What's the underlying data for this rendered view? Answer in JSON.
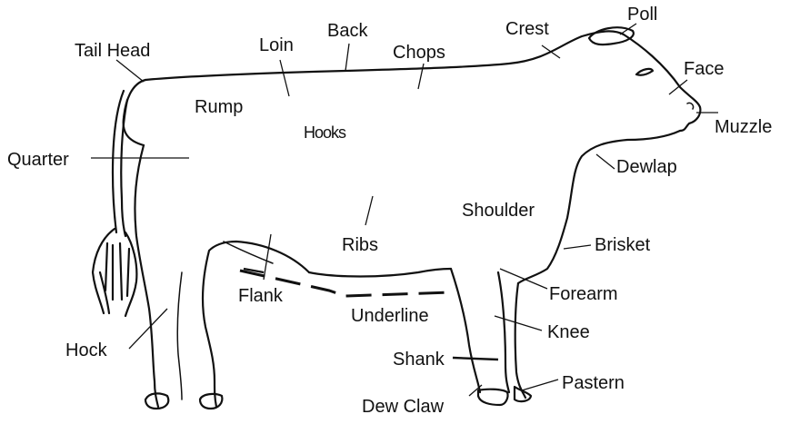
{
  "labels": {
    "tail_head": "Tail Head",
    "loin": "Loin",
    "back": "Back",
    "chops": "Chops",
    "crest": "Crest",
    "poll": "Poll",
    "face": "Face",
    "muzzle": "Muzzle",
    "rump": "Rump",
    "hooks": "Hooks",
    "quarter": "Quarter",
    "dewlap": "Dewlap",
    "shoulder": "Shoulder",
    "ribs": "Ribs",
    "brisket": "Brisket",
    "flank": "Flank",
    "forearm": "Forearm",
    "underline": "Underline",
    "knee": "Knee",
    "hock": "Hock",
    "shank": "Shank",
    "pastern": "Pastern",
    "dew_claw": "Dew Claw"
  }
}
